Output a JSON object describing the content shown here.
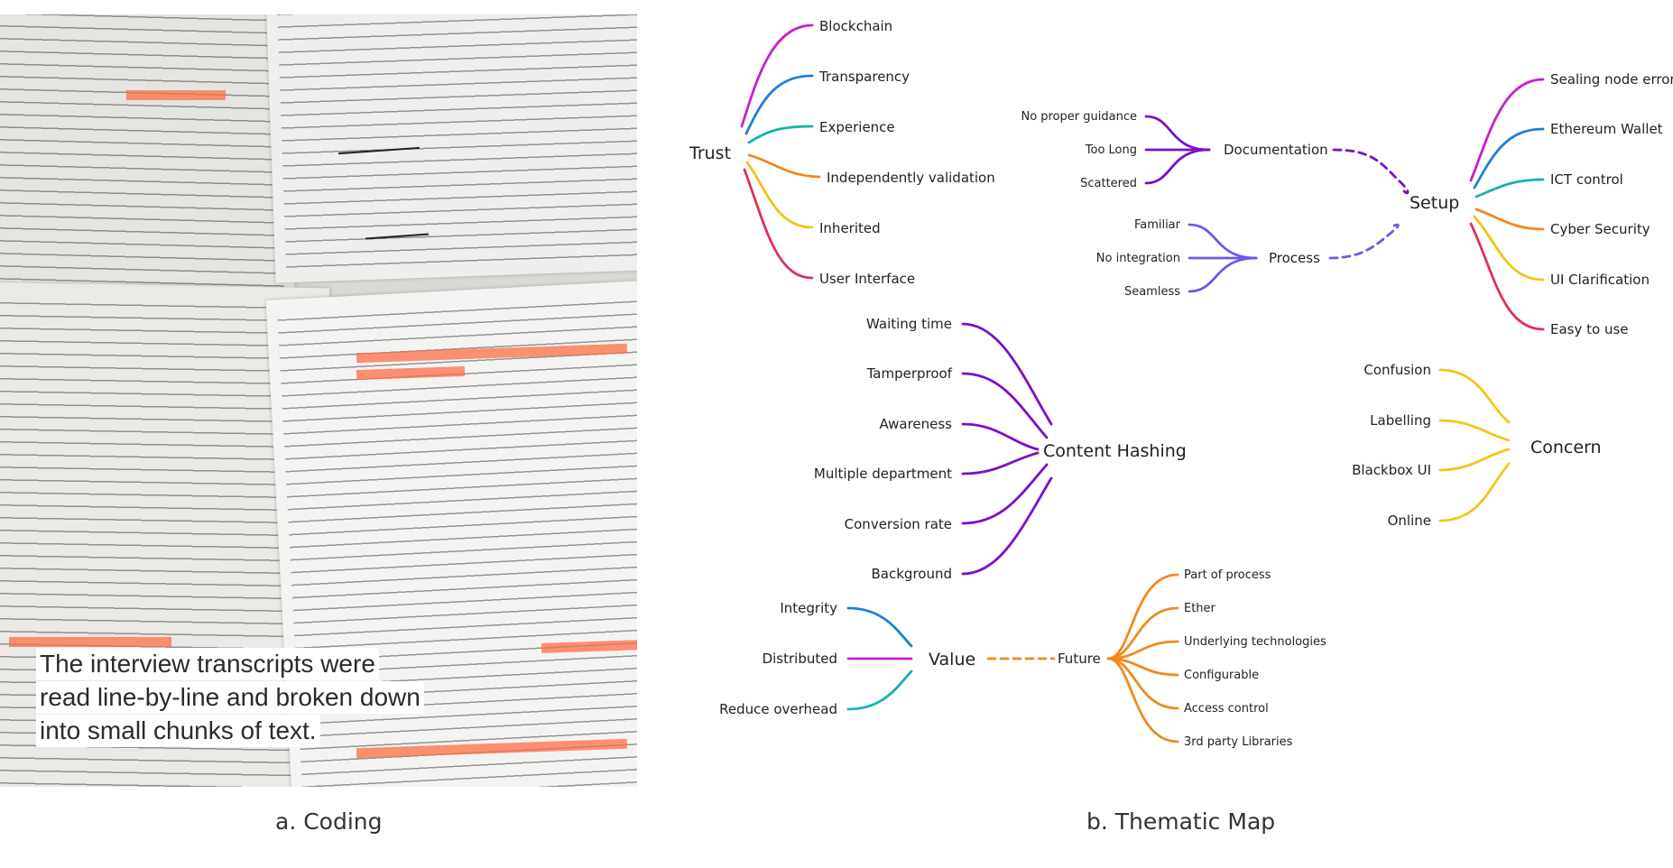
{
  "coding_panel": {
    "caption_lines": [
      "The interview transcripts were",
      "read line-by-line and broken down",
      "into small chunks of text."
    ],
    "label": "a. Coding"
  },
  "thematic_map": {
    "label": "b. Thematic Map",
    "hubs": {
      "trust": "Trust",
      "setup": "Setup",
      "documentation": "Documentation",
      "process": "Process",
      "content_hashing": "Content Hashing",
      "concern": "Concern",
      "value": "Value",
      "future": "Future"
    },
    "trust_items": [
      "Blockchain",
      "Transparency",
      "Experience",
      "Independently validation",
      "Inherited",
      "User Interface"
    ],
    "documentation_items": [
      "No proper guidance",
      "Too Long",
      "Scattered"
    ],
    "process_items": [
      "Familiar",
      "No integration",
      "Seamless"
    ],
    "setup_items": [
      "Sealing node error",
      "Ethereum Wallet",
      "ICT control",
      "Cyber Security",
      "UI Clarification",
      "Easy to use"
    ],
    "content_hashing_items": [
      "Waiting time",
      "Tamperproof",
      "Awareness",
      "Multiple department",
      "Conversion rate",
      "Background"
    ],
    "concern_items": [
      "Confusion",
      "Labelling",
      "Blackbox UI",
      "Online"
    ],
    "value_items": [
      "Integrity",
      "Distributed",
      "Reduce overhead"
    ],
    "future_items": [
      "Part of process",
      "Ether",
      "Underlying technologies",
      "Configurable",
      "Access control",
      "3rd party Libraries"
    ],
    "colors": {
      "magenta": "#c81ecf",
      "blue": "#1e7fd6",
      "teal": "#14b3b0",
      "orange": "#f08a1e",
      "yellow": "#f2c318",
      "red": "#e0305a",
      "purple": "#7a10c8",
      "violet": "#6a5ae8",
      "gold": "#f5c518"
    }
  }
}
